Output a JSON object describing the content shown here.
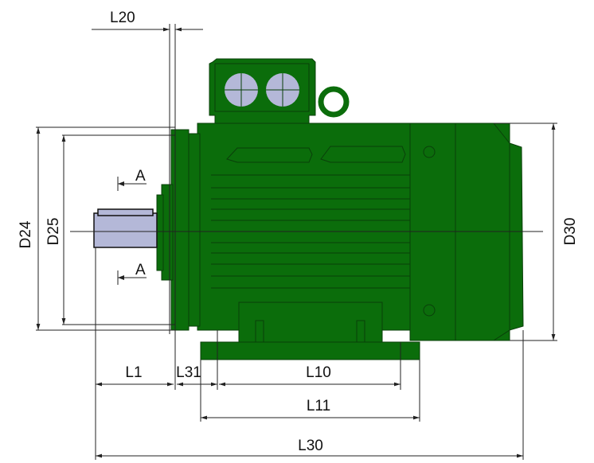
{
  "labels": {
    "L20": "L20",
    "D24": "D24",
    "D25": "D25",
    "D30": "D30",
    "L1": "L1",
    "L31": "L31",
    "L10": "L10",
    "L11": "L11",
    "L30": "L30",
    "section_top": "A",
    "section_bottom": "A"
  },
  "colors": {
    "body": "#0b6d0b",
    "shaft": "#b4b8d8"
  }
}
